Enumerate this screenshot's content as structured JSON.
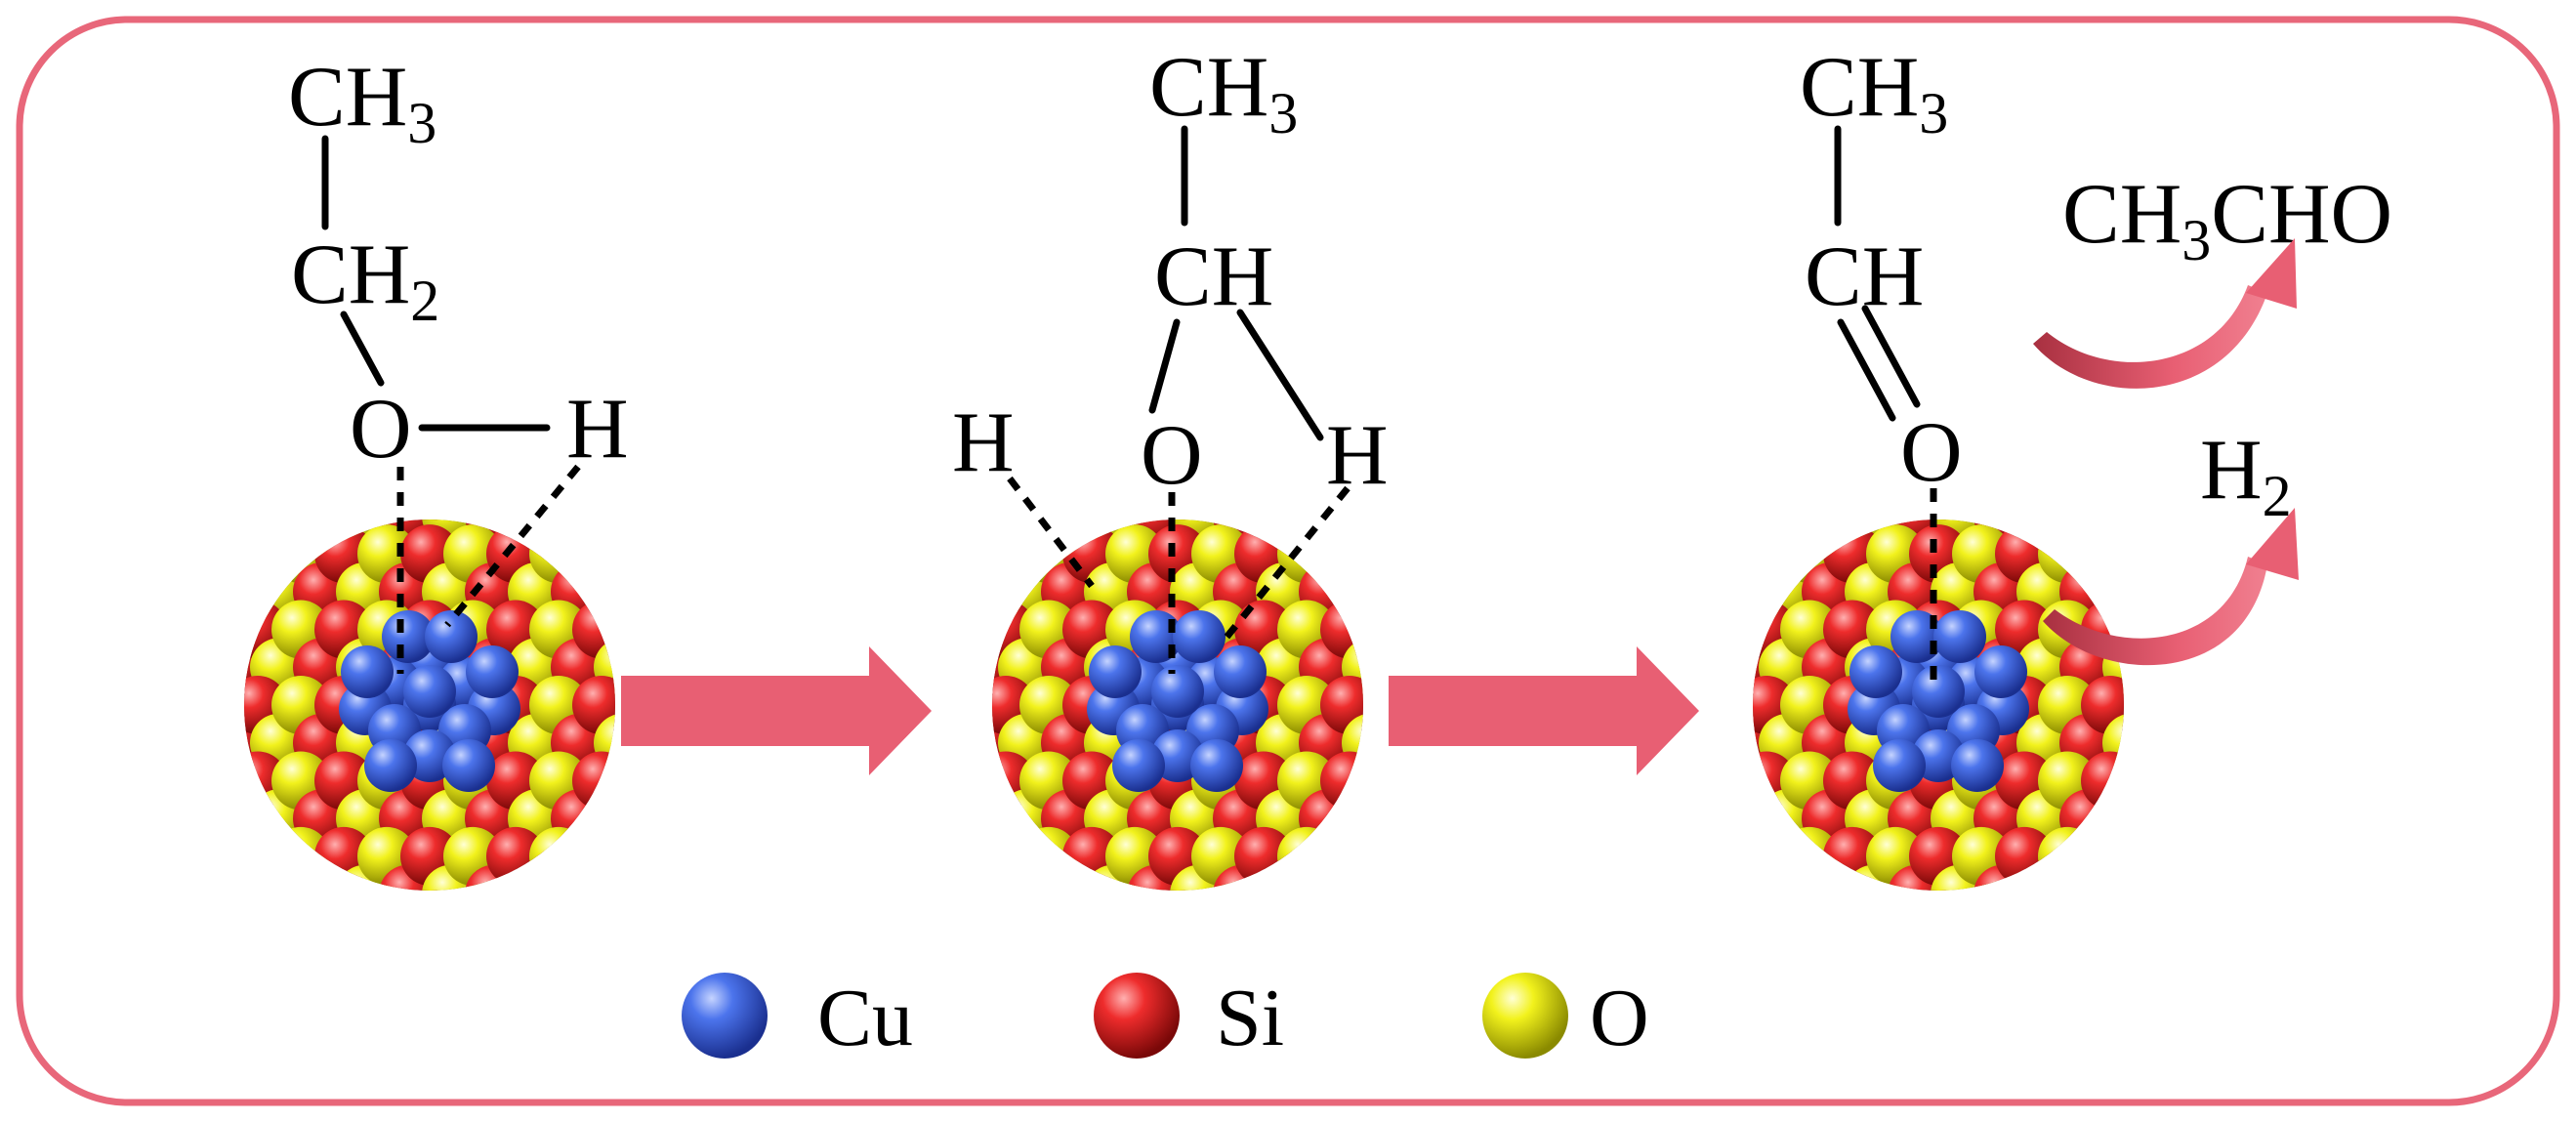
{
  "colors": {
    "frame": "#e8677a",
    "arrow": "#e85f73",
    "cu": "#3a5fd8",
    "si": "#e52b2b",
    "o": "#eaea20"
  },
  "stages": [
    {
      "atoms": {
        "ch3": "CH",
        "ch3_sub": "3",
        "ch2": "CH",
        "ch2_sub": "2",
        "o": "O",
        "h": "H"
      }
    },
    {
      "atoms": {
        "ch3": "CH",
        "ch3_sub": "3",
        "ch": "CH",
        "o": "O",
        "h_left": "H",
        "h_right": "H"
      }
    },
    {
      "atoms": {
        "ch3": "CH",
        "ch3_sub": "3",
        "ch": "CH",
        "o": "O"
      }
    }
  ],
  "products": {
    "acetaldehyde": {
      "p1": "CH",
      "sub": "3",
      "p2": "CHO"
    },
    "hydrogen": {
      "p1": "H",
      "sub": "2"
    }
  },
  "legend": [
    {
      "symbol": "Cu",
      "icon": "blue-sphere-icon"
    },
    {
      "symbol": "Si",
      "icon": "red-sphere-icon"
    },
    {
      "symbol": "O",
      "icon": "yellow-sphere-icon"
    }
  ]
}
